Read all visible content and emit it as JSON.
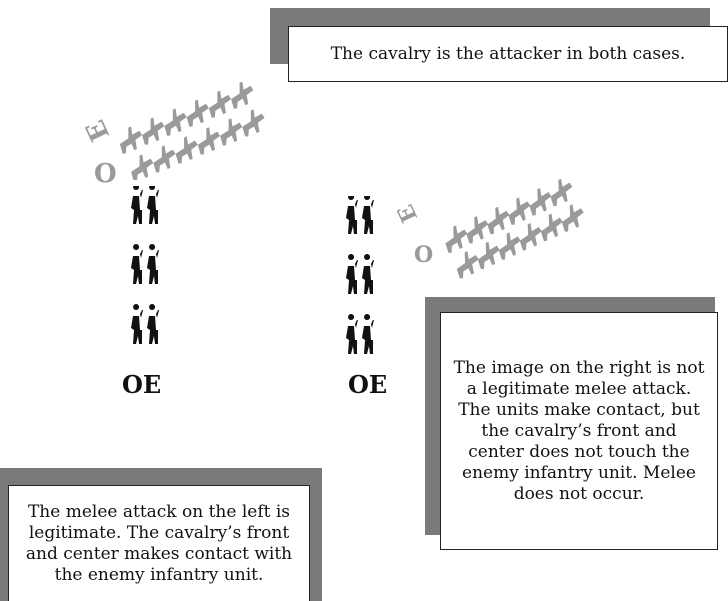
{
  "callouts": {
    "top": "The cavalry is the attacker in both cases.",
    "right": "The image on the right is not a legitimate melee attack. The units make contact, but the cavalry’s front and center does not touch the enemy infantry unit. Melee does not occur.",
    "left": "The melee attack on the left is legitimate. The cavalry’s front and center makes contact with the enemy infantry unit."
  },
  "left_diagram": {
    "cavalry_labels": [
      "E",
      "O"
    ],
    "infantry_label": "OE"
  },
  "right_diagram": {
    "cavalry_labels": [
      "E",
      "O"
    ],
    "infantry_label": "OE"
  },
  "colors": {
    "cavalry": "#9a9a9a",
    "infantry": "#111111",
    "shadow": "#7a7a7a"
  }
}
